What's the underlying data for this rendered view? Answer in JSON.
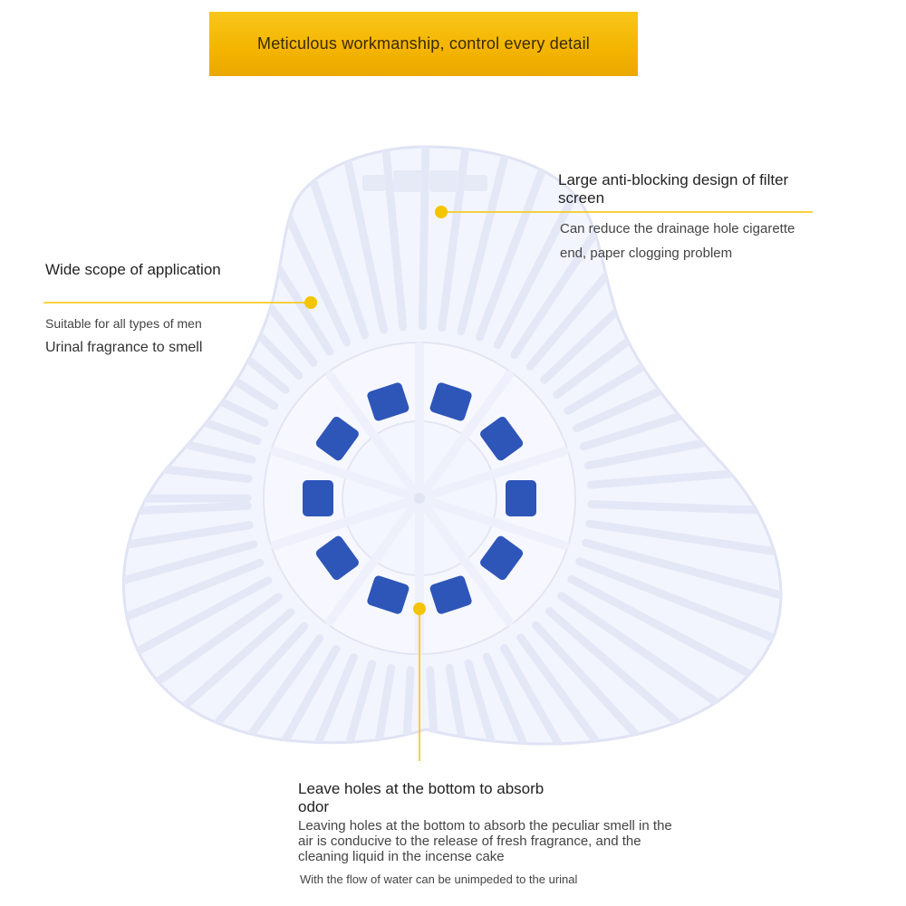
{
  "banner": {
    "text": "Meticulous workmanship, control every detail"
  },
  "callouts": {
    "top_right": {
      "title": "Large anti-blocking design of filter screen",
      "description": "Can reduce the drainage hole cigarette end, paper clogging problem"
    },
    "left": {
      "title": "Wide scope of application",
      "line1": "Suitable for all types of men",
      "line2": "Urinal fragrance to smell"
    },
    "bottom": {
      "title": "Leave holes at the bottom to absorb odor",
      "description": "Leaving holes at the bottom to absorb the peculiar smell in the air is conducive to the release of fresh fragrance, and the cleaning liquid in the incense cake",
      "note": "With the flow of water can be unimpeded to the urinal"
    }
  },
  "colors": {
    "banner": "#f4b400",
    "accent_dot": "#f5c400",
    "screen": "#f3f5fe",
    "screen_edge": "#dfe3f4",
    "tablet_blue": "#2e55b8"
  }
}
